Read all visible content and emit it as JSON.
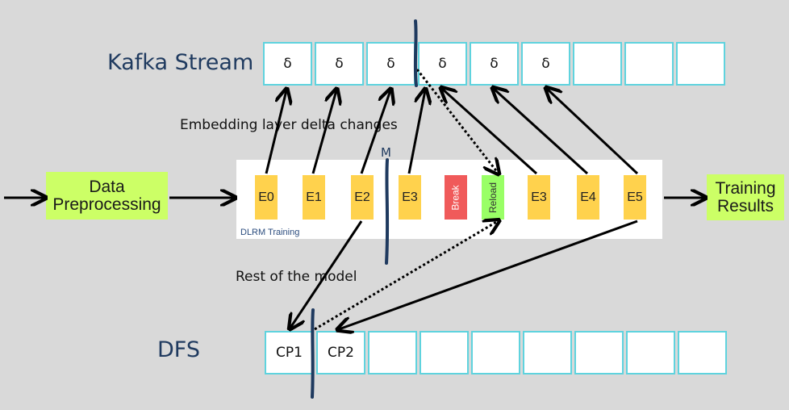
{
  "kafka": {
    "label": "Kafka Stream",
    "cells": [
      "δ",
      "δ",
      "δ",
      "δ",
      "δ",
      "δ",
      "",
      "",
      ""
    ]
  },
  "dfs": {
    "label": "DFS",
    "cells": [
      "CP1",
      "CP2",
      "",
      "",
      "",
      "",
      "",
      "",
      ""
    ]
  },
  "data_preprocessing": "Data Preprocessing",
  "training_results": "Training Results",
  "dlrm_label": "DLRM Training",
  "marker_m": "M",
  "epochs": [
    "E0",
    "E1",
    "E2",
    "E3",
    "Break",
    "Reload",
    "E3",
    "E4",
    "E5"
  ],
  "notes": {
    "embedding": "Embedding layer delta changes",
    "rest": "Rest of the model"
  },
  "colors": {
    "background": "#d9d9d9",
    "green": "#ccff66",
    "epoch": "#ffd24d",
    "break": "#f05a5a",
    "reload": "#99ff66",
    "cell_border": "#5fd3de",
    "label": "#1f3a5f"
  }
}
